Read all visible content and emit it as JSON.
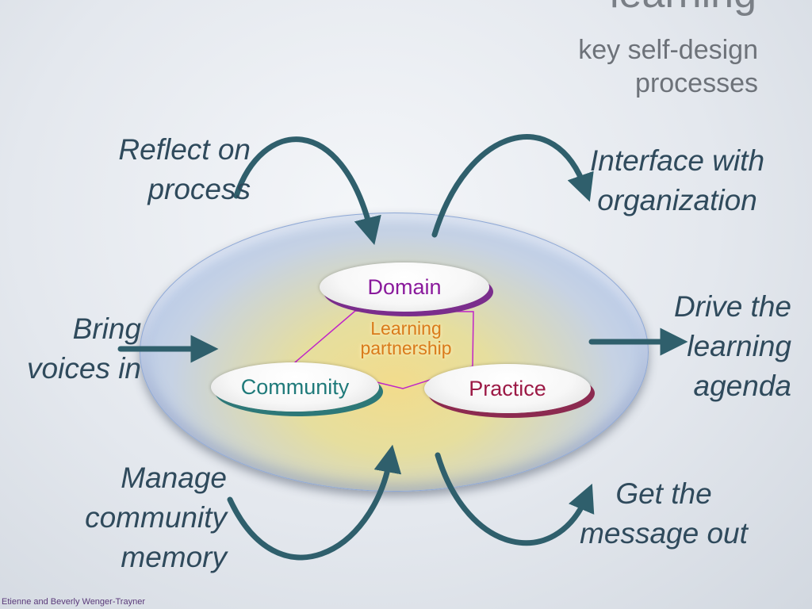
{
  "slide": {
    "title_partial": "learning",
    "subtitle": "key self-design processes",
    "footer": "Etienne and Beverly Wenger-Trayner"
  },
  "labels": {
    "reflect": "Reflect on process",
    "interface": "Interface with organization",
    "bring": "Bring voices in",
    "drive": "Drive the learning agenda",
    "manage": "Manage community memory",
    "message": "Get the message out"
  },
  "nodes": {
    "domain": "Domain",
    "community": "Community",
    "practice": "Practice",
    "center": "Learning partnership"
  },
  "colors": {
    "arrow": "#2f5f6c",
    "domain": "#8a1a9c",
    "community": "#1f7a7a",
    "practice": "#9c1a46",
    "partnership": "#d97a1a",
    "triangle": "#c024c8"
  }
}
